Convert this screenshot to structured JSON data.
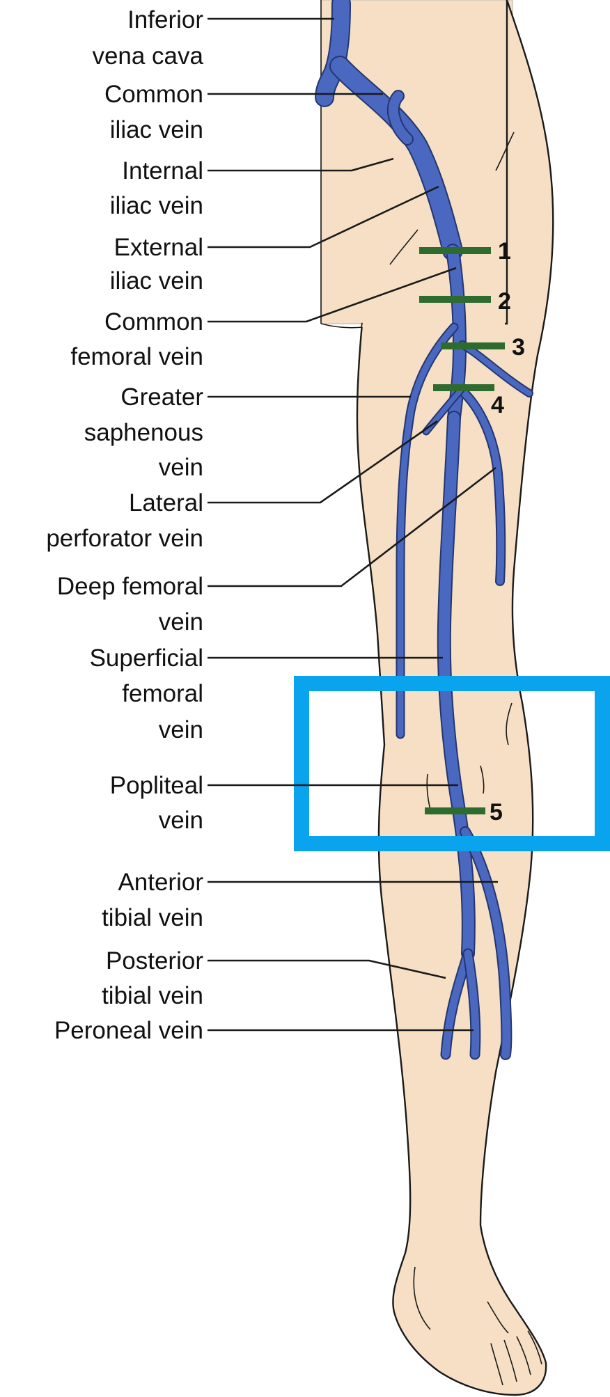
{
  "labels": {
    "ivc": [
      "Inferior",
      "vena cava"
    ],
    "common_iliac": [
      "Common",
      "iliac vein"
    ],
    "internal_iliac": [
      "Internal",
      "iliac vein"
    ],
    "external_iliac": [
      "External",
      "iliac vein"
    ],
    "common_femoral": [
      "Common",
      "femoral vein"
    ],
    "greater_saphenous": [
      "Greater",
      "saphenous",
      "vein"
    ],
    "lateral_perforator": [
      "Lateral",
      "perforator vein"
    ],
    "deep_femoral": [
      "Deep femoral",
      "vein"
    ],
    "superficial_femoral": [
      "Superficial",
      "femoral",
      "vein"
    ],
    "popliteal": [
      "Popliteal",
      "vein"
    ],
    "anterior_tibial": [
      "Anterior",
      "tibial vein"
    ],
    "posterior_tibial": [
      "Posterior",
      "tibial vein"
    ],
    "peroneal": [
      "Peroneal vein"
    ]
  },
  "levels": [
    "1",
    "2",
    "3",
    "4",
    "5"
  ],
  "colors": {
    "vein": "#4a68c0",
    "skin": "#f6dfc4",
    "marker": "#2e6b2f",
    "highlight_box": "#0aa3ee"
  }
}
